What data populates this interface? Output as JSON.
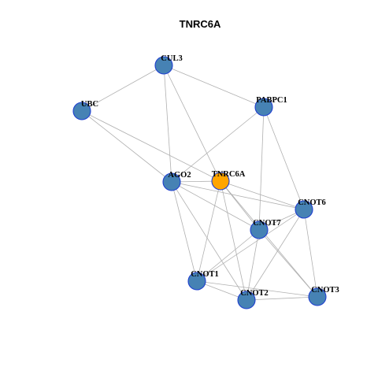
{
  "title": "TNRC6A",
  "colors": {
    "node_default": "#4682b4",
    "node_center": "#ffa500",
    "node_border": "#1f3fd0",
    "edge": "#b0b0b0"
  },
  "nodes": [
    {
      "id": "CUL3",
      "label": "CUL3",
      "center": false
    },
    {
      "id": "UBC",
      "label": "UBC",
      "center": false
    },
    {
      "id": "PABPC1",
      "label": "PABPC1",
      "center": false
    },
    {
      "id": "AGO2",
      "label": "AGO2",
      "center": false
    },
    {
      "id": "TNRC6A",
      "label": "TNRC6A",
      "center": true
    },
    {
      "id": "CNOT6",
      "label": "CNOT6",
      "center": false
    },
    {
      "id": "CNOT7",
      "label": "CNOT7",
      "center": false
    },
    {
      "id": "CNOT1",
      "label": "CNOT1",
      "center": false
    },
    {
      "id": "CNOT2",
      "label": "CNOT2",
      "center": false
    },
    {
      "id": "CNOT3",
      "label": "CNOT3",
      "center": false
    }
  ],
  "edges": [
    [
      "CUL3",
      "UBC"
    ],
    [
      "CUL3",
      "PABPC1"
    ],
    [
      "CUL3",
      "AGO2"
    ],
    [
      "CUL3",
      "TNRC6A"
    ],
    [
      "UBC",
      "AGO2"
    ],
    [
      "UBC",
      "TNRC6A"
    ],
    [
      "PABPC1",
      "AGO2"
    ],
    [
      "PABPC1",
      "CNOT7"
    ],
    [
      "PABPC1",
      "CNOT6"
    ],
    [
      "AGO2",
      "TNRC6A"
    ],
    [
      "AGO2",
      "CNOT6"
    ],
    [
      "AGO2",
      "CNOT7"
    ],
    [
      "AGO2",
      "CNOT1"
    ],
    [
      "AGO2",
      "CNOT2"
    ],
    [
      "TNRC6A",
      "CNOT6"
    ],
    [
      "TNRC6A",
      "CNOT7"
    ],
    [
      "TNRC6A",
      "CNOT1"
    ],
    [
      "TNRC6A",
      "CNOT2"
    ],
    [
      "TNRC6A",
      "CNOT3"
    ],
    [
      "CNOT6",
      "CNOT7"
    ],
    [
      "CNOT6",
      "CNOT1"
    ],
    [
      "CNOT6",
      "CNOT2"
    ],
    [
      "CNOT6",
      "CNOT3"
    ],
    [
      "CNOT7",
      "CNOT1"
    ],
    [
      "CNOT7",
      "CNOT2"
    ],
    [
      "CNOT7",
      "CNOT3"
    ],
    [
      "CNOT1",
      "CNOT2"
    ],
    [
      "CNOT1",
      "CNOT3"
    ],
    [
      "CNOT2",
      "CNOT3"
    ]
  ]
}
